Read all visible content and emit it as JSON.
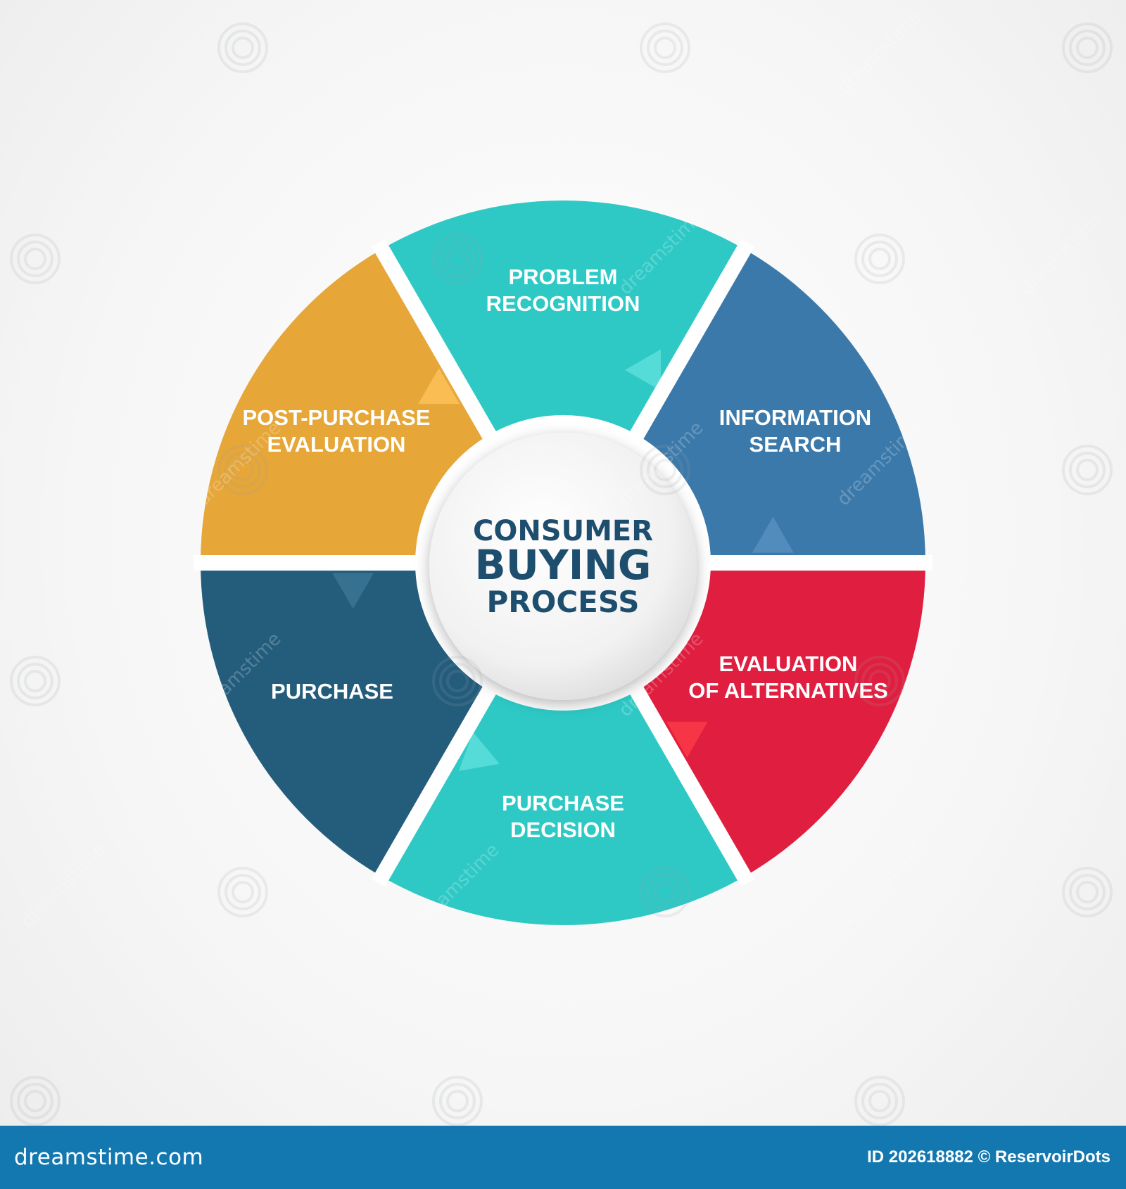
{
  "diagram": {
    "title_lines": [
      "CONSUMER",
      "BUYING",
      "PROCESS"
    ],
    "title_color": "#1e4e6e",
    "segments": [
      {
        "lines": [
          "PROBLEM",
          "RECOGNITION"
        ],
        "color": "#2ec9c5",
        "accent": "#63e0dd"
      },
      {
        "lines": [
          "INFORMATION",
          "SEARCH"
        ],
        "color": "#3b79aa",
        "accent": "#5a93c2"
      },
      {
        "lines": [
          "EVALUATION",
          "OF ALTERNATIVES"
        ],
        "color": "#e01e40",
        "accent": "#ff3d4a"
      },
      {
        "lines": [
          "PURCHASE",
          "DECISION"
        ],
        "color": "#2ec9c5",
        "accent": "#63e0dd"
      },
      {
        "lines": [
          "PURCHASE"
        ],
        "color": "#245d7c",
        "accent": "#3c7898"
      },
      {
        "lines": [
          "POST-PURCHASE",
          "EVALUATION"
        ],
        "color": "#e6a638",
        "accent": "#ffc45e"
      }
    ]
  },
  "watermark": {
    "text": "dreamstime"
  },
  "footer": {
    "brand": "dreamstime.com",
    "credit": "ID 202618882 © ReservoirDots"
  }
}
